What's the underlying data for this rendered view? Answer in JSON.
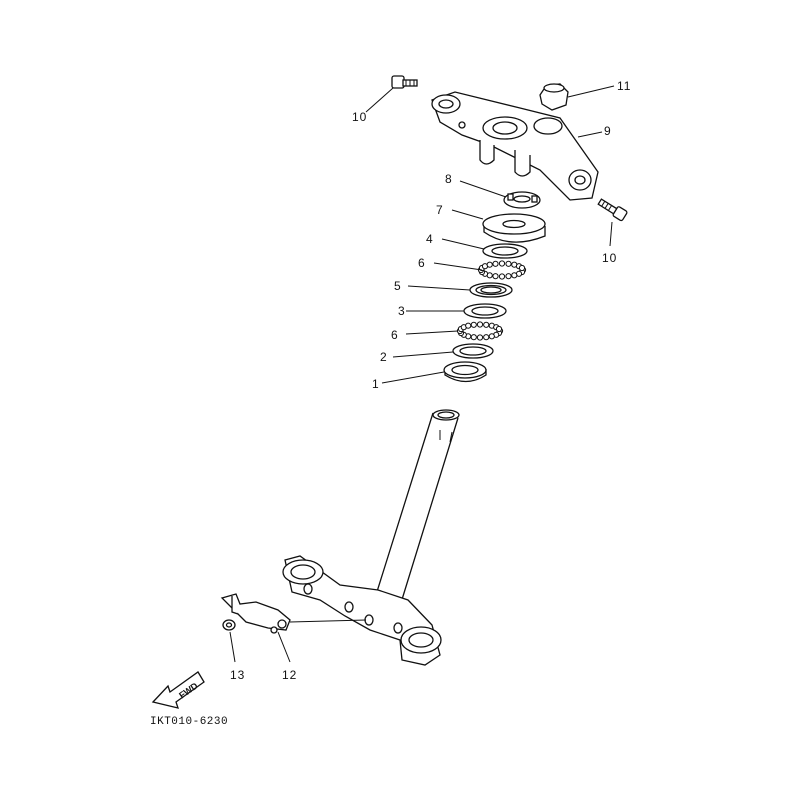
{
  "diagram_code": "IKT010-6230",
  "fwd_label": "FWD",
  "callouts": {
    "c1": "1",
    "c2": "2",
    "c3": "3",
    "c4": "4",
    "c5": "5",
    "c6a": "6",
    "c6b": "6",
    "c7": "7",
    "c8": "8",
    "c9": "9",
    "c10a": "10",
    "c10b": "10",
    "c11": "11",
    "c12": "12",
    "c13": "13"
  }
}
